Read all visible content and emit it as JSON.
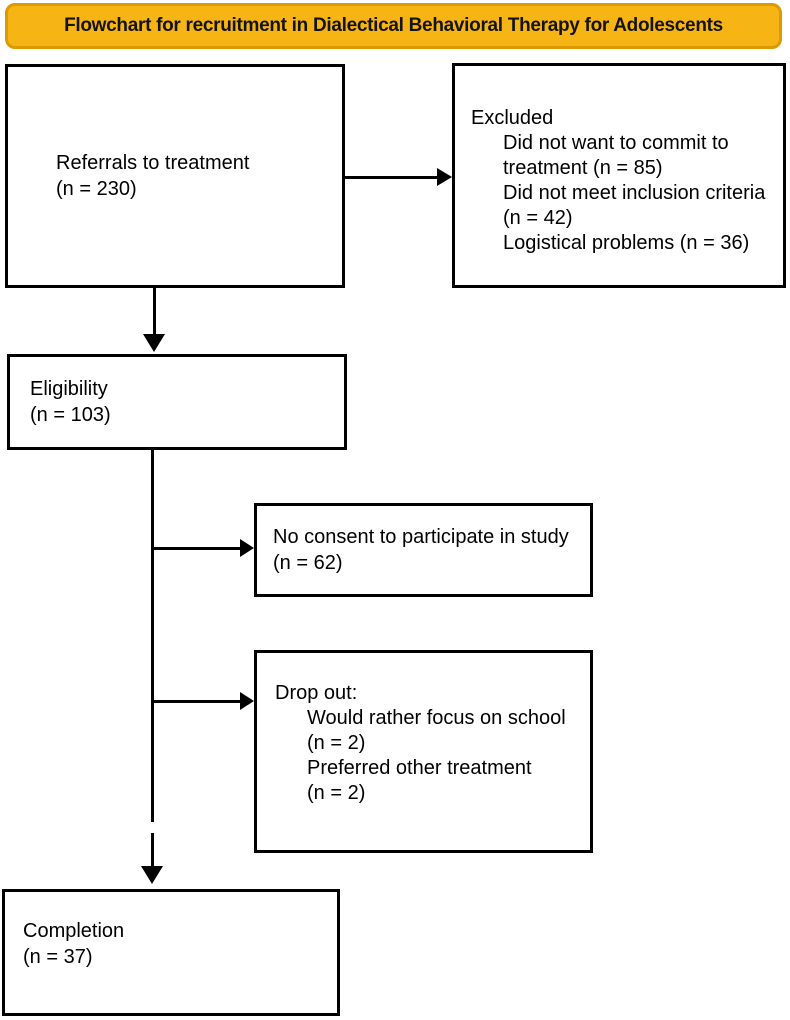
{
  "title": "Flowchart for recruitment in Dialectical Behavioral Therapy for Adolescents",
  "colors": {
    "banner_fill": "#F7B415",
    "banner_border": "#DD9A00",
    "box_border": "#000000",
    "line_color": "#000000",
    "background": "#FFFFFF"
  },
  "boxes": {
    "referrals": {
      "lines": [
        "Referrals to treatment",
        "(n = 230)"
      ]
    },
    "excluded": {
      "lines": [
        "Excluded",
        "Did not want to commit to",
        "treatment (n = 85)",
        "Did not meet inclusion criteria",
        "(n = 42)",
        "Logistical problems (n = 36)"
      ]
    },
    "eligibility": {
      "lines": [
        "Eligibility",
        "(n = 103)"
      ]
    },
    "no_consent": {
      "lines": [
        "No consent to participate in study",
        "(n = 62)"
      ]
    },
    "drop_out": {
      "lines": [
        "Drop out:",
        "Would rather focus on school",
        "(n = 2)",
        "Preferred other treatment",
        "(n = 2)"
      ]
    },
    "completion": {
      "lines": [
        "Completion",
        "(n = 37)"
      ]
    }
  }
}
